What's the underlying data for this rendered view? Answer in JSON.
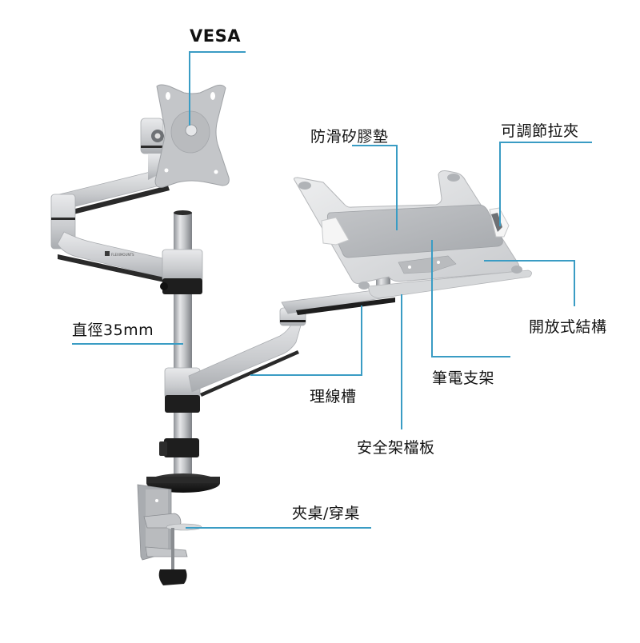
{
  "diagram": {
    "subject": "Dual arm monitor + laptop desk mount",
    "leader_color": "#3a9cc4",
    "metal_color": "#c8cacd",
    "dark_color": "#1e1e1e",
    "labels": {
      "vesa": "VESA",
      "anti_slip_pad": "防滑矽膠墊",
      "adjustable_clip": "可調節拉夾",
      "open_structure": "開放式結構",
      "diameter": "直徑35mm",
      "laptop_holder": "筆電支架",
      "cable_channel": "理線槽",
      "safety_stopper": "安全架檔板",
      "clamp_grommet": "夾桌/穿桌"
    },
    "brand_mark": "FLEXIMOUNTS"
  }
}
